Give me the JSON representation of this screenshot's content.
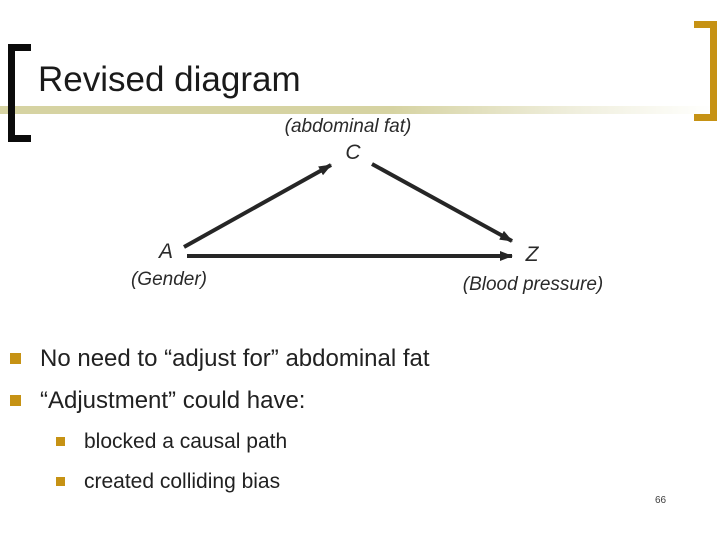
{
  "slide": {
    "title": "Revised diagram",
    "page_number": "66"
  },
  "diagram": {
    "node_c": {
      "label": "C",
      "annotation": "(abdominal fat)"
    },
    "node_a": {
      "label": "A",
      "annotation": "(Gender)"
    },
    "node_z": {
      "label": "Z",
      "annotation": "(Blood pressure)"
    },
    "edges": [
      "A→C",
      "C→Z",
      "A→Z"
    ]
  },
  "bullets": [
    {
      "level": 1,
      "text": "No need to “adjust for” abdominal fat"
    },
    {
      "level": 1,
      "text": "“Adjustment” could have:"
    },
    {
      "level": 2,
      "text": "blocked a causal path"
    },
    {
      "level": 2,
      "text": "created colliding bias"
    }
  ],
  "colors": {
    "accent_gold": "#C69214",
    "rule_khaki": "#D6D3A2",
    "arrow": "#262626",
    "text": "#212121"
  }
}
